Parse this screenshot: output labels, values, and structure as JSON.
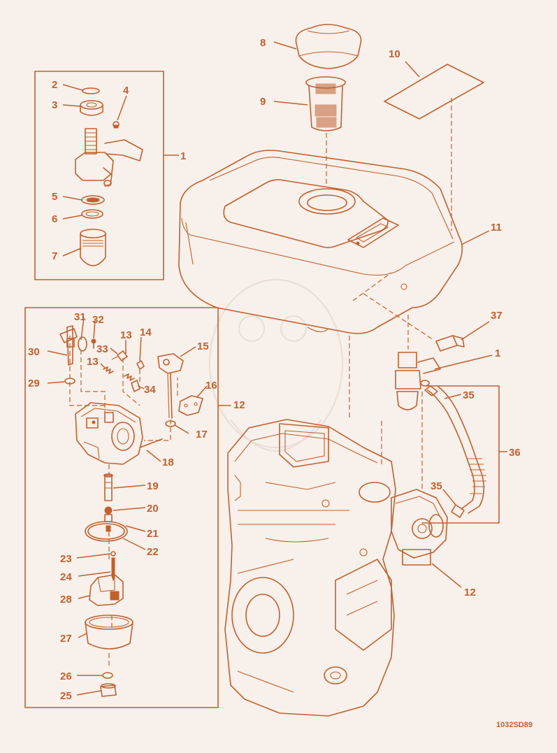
{
  "colors": {
    "ink": "#c0602f",
    "background": "#f8f0ea",
    "watermark": "#e9ddd6"
  },
  "labels": {
    "n1a": "1",
    "n2": "2",
    "n3": "3",
    "n4": "4",
    "n5": "5",
    "n6": "6",
    "n7": "7",
    "n8": "8",
    "n9": "9",
    "n10": "10",
    "n11": "11",
    "n1b": "1",
    "n37": "37",
    "n35a": "35",
    "n36": "36",
    "n35b": "35",
    "n12a": "12",
    "n12b": "12",
    "n31": "31",
    "n32": "32",
    "n30": "30",
    "n33": "33",
    "n13a": "13",
    "n14": "14",
    "n13b": "13",
    "n15": "15",
    "n29": "29",
    "n34": "34",
    "n16": "16",
    "n17": "17",
    "n18": "18",
    "n19": "19",
    "n20": "20",
    "n21": "21",
    "n22": "22",
    "n23": "23",
    "n24": "24",
    "n28": "28",
    "n27": "27",
    "n26": "26",
    "n25": "25"
  },
  "drawing_code": "1032SD89"
}
